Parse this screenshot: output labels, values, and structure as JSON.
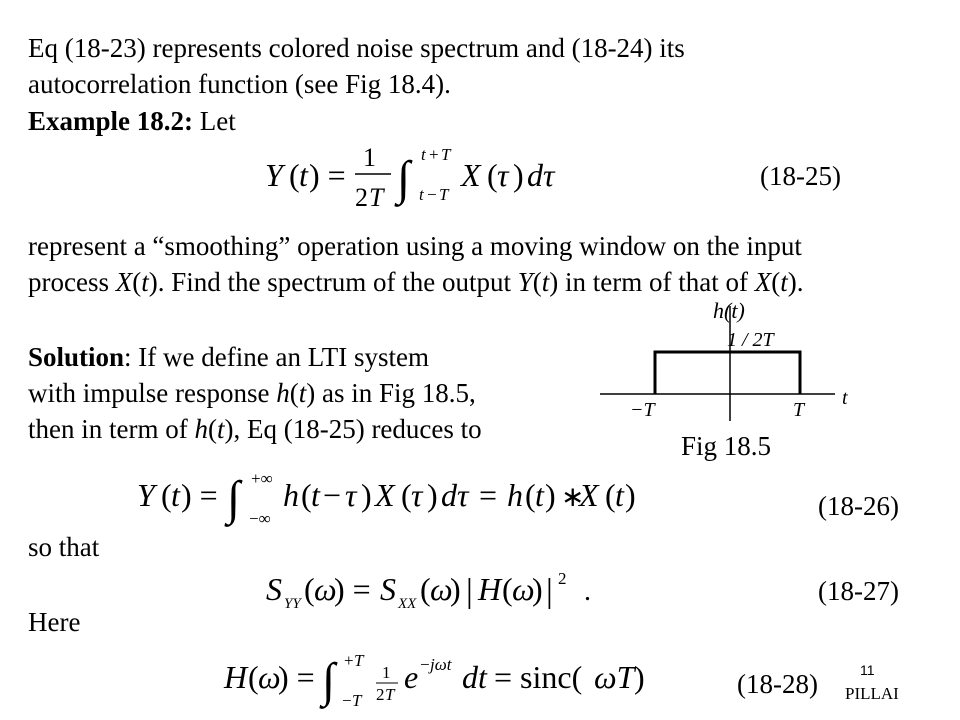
{
  "lines": {
    "l1": "Eq (18-23) represents colored noise spectrum and (18-24) its",
    "l2": "autocorrelation function (see Fig 18.4).",
    "example_label": "Example 18.2:",
    "example_rest": " Let",
    "l4a": "represent a “smoothing” operation using a moving window on the input",
    "l5_part1": "process ",
    "l5_x": "X",
    "l5_part2": "(",
    "l5_t": "t",
    "l5_part3": "). Find the spectrum of the output ",
    "l5_y": "Y",
    "l5_part4": "(",
    "l5_t2": "t",
    "l5_part5": ") in term of that of ",
    "l5_x2": "X",
    "l5_part6": "(",
    "l5_t3": "t",
    "l5_part7": ").",
    "solution_label": "Solution",
    "solution_rest": ": If we define an LTI system",
    "l7_part1": "with impulse response ",
    "l7_h": "h",
    "l7_part2": "(",
    "l7_t": "t",
    "l7_part3": ") as in Fig 18.5,",
    "l8_part1": "then in term of ",
    "l8_h": "h",
    "l8_part2": "(",
    "l8_t": "t",
    "l8_part3": "), Eq (18-25) reduces to",
    "so_that": "so that",
    "here": "Here"
  },
  "equations": {
    "eq25_num": "(18-25)",
    "eq26_num": "(18-26)",
    "eq27_num": "(18-27)",
    "eq28_num": "(18-28)"
  },
  "figure": {
    "caption": "Fig 18.5",
    "ylabel": "h(t)",
    "height_label": "1 / 2T",
    "neg_label": "−T",
    "pos_label": "T",
    "x_label": "t"
  },
  "footer": {
    "page_number": "11",
    "author": "PILLAI"
  }
}
